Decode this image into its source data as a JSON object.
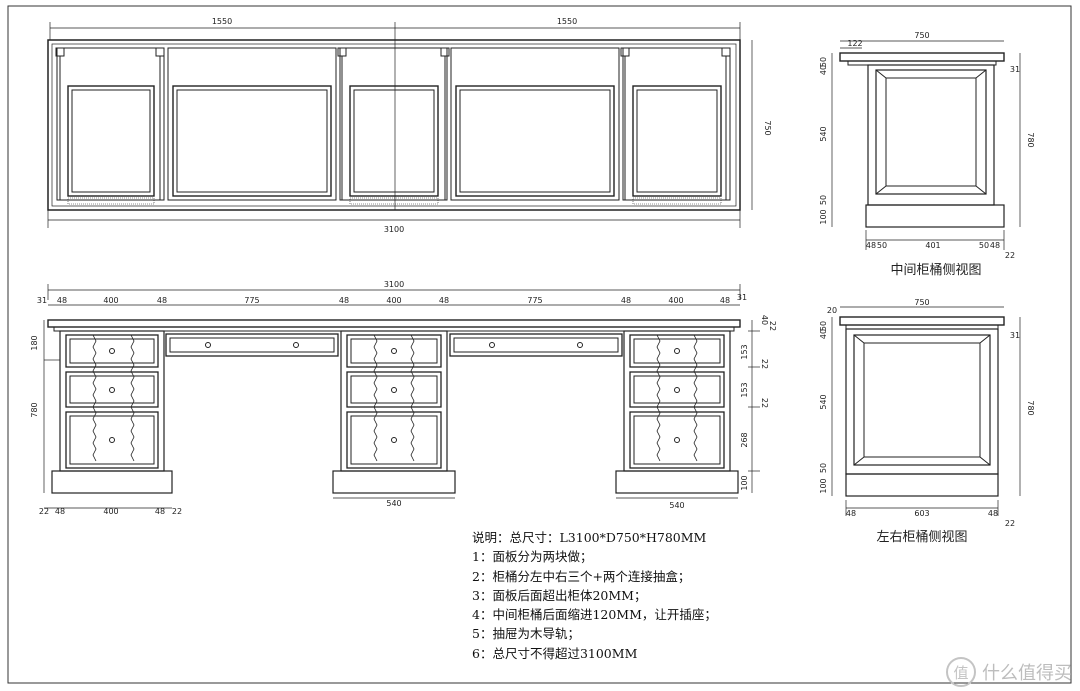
{
  "front_top": {
    "dims": [
      "1550",
      "1550",
      "3100",
      "750"
    ]
  },
  "front_view": {
    "total": "3100",
    "top_row": [
      "31",
      "48",
      "400",
      "48",
      "775",
      "48",
      "400",
      "48",
      "775",
      "48",
      "400",
      "48",
      "31"
    ],
    "left": [
      "180",
      "780"
    ],
    "right": [
      "40",
      "22",
      "153",
      "22",
      "153",
      "22",
      "268",
      "100"
    ],
    "bottom": [
      "22",
      "48",
      "400",
      "48",
      "22"
    ],
    "base_center": "540",
    "base_right": "540"
  },
  "middle_side": {
    "title": "中间柜桶侧视图",
    "top": [
      "122",
      "750"
    ],
    "left": [
      "50",
      "40",
      "540",
      "50",
      "100"
    ],
    "right": [
      "31",
      "780"
    ],
    "bottom": [
      "48",
      "50",
      "401",
      "50",
      "48",
      "22"
    ]
  },
  "lr_side": {
    "title": "左右柜桶侧视图",
    "top": [
      "20",
      "750"
    ],
    "left": [
      "50",
      "40",
      "540",
      "50",
      "100"
    ],
    "right": [
      "31",
      "780"
    ],
    "bottom": [
      "48",
      "603",
      "48",
      "22"
    ]
  },
  "notes": {
    "lines": [
      "说明：总尺寸：L3100*D750*H780MM",
      "1：面板分为两块做；",
      "2：柜桶分左中右三个+两个连接抽盒；",
      "3：面板后面超出柜体20MM；",
      "4：中间柜桶后面缩进120MM，让开插座；",
      "5：抽屉为木导轨；",
      "6：总尺寸不得超过3100MM"
    ]
  },
  "watermark": {
    "icon": "smzdm-value-icon",
    "text": "什么值得买"
  }
}
